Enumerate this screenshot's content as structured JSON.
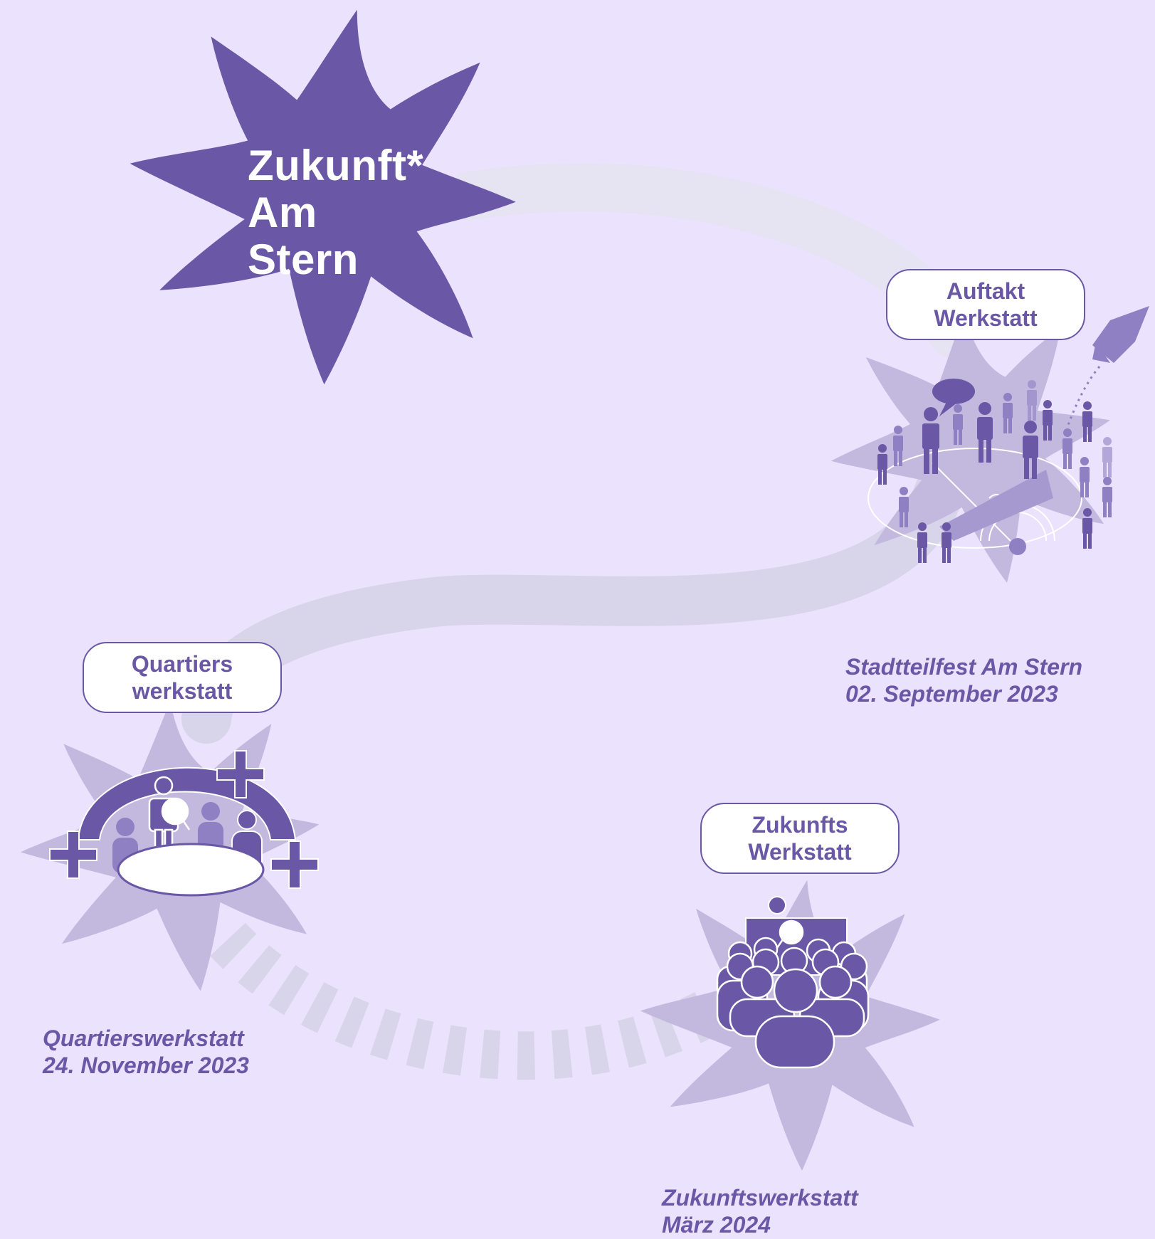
{
  "title": {
    "line1": "Zukunft*",
    "line2": "Am",
    "line3": "Stern"
  },
  "stations": [
    {
      "label_line1": "Auftakt",
      "label_line2": "Werkstatt",
      "caption_line1": "Stadtteilfest Am Stern",
      "caption_line2": "02. September 2023",
      "icon": "rocket-and-crowd-icon"
    },
    {
      "label_line1": "Quartiers",
      "label_line2": "werkstatt",
      "caption_line1": "Quartierswerkstatt",
      "caption_line2": "24. November 2023",
      "icon": "round-table-workshop-icon"
    },
    {
      "label_line1": "Zukunfts",
      "label_line2": "Werkstatt",
      "caption_line1": "Zukunftswerkstatt",
      "caption_line2": "März 2024",
      "icon": "audience-presentation-icon"
    }
  ],
  "colors": {
    "background": "#ebe2fd",
    "primary": "#6a58a6",
    "star_light": "#c3b8de",
    "path": "#d8d4ea",
    "path_top": "#e6e3f3",
    "white": "#ffffff"
  }
}
